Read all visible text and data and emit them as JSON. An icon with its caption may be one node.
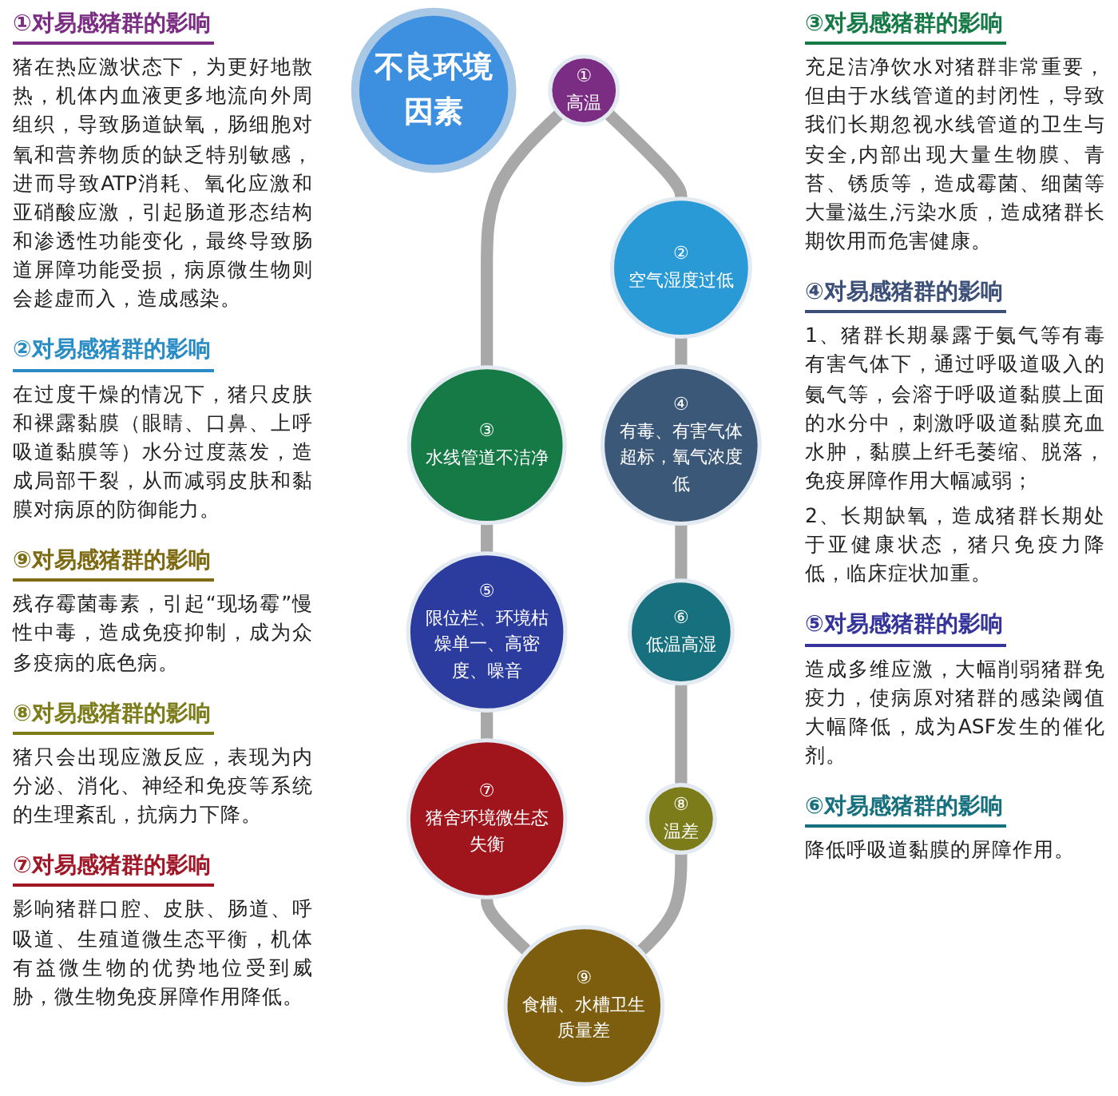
{
  "diagram": {
    "nodes": [
      {
        "text": [
          "不良环境因素"
        ]
      },
      {
        "text": [
          "①",
          "高温"
        ]
      },
      {
        "text": [
          "②",
          "空气湿度过低"
        ]
      },
      {
        "text": [
          "③",
          "水线管道不洁净"
        ]
      },
      {
        "text": [
          "④",
          "有毒、有害气体超标，氧气浓度低"
        ]
      },
      {
        "text": [
          "⑤",
          "限位栏、环境枯燥单一、高密度、噪音"
        ]
      },
      {
        "text": [
          "⑥",
          "低温高湿"
        ]
      },
      {
        "text": [
          "⑦",
          "猪舍环境微生态失衡"
        ]
      },
      {
        "text": [
          "⑧",
          "温差"
        ]
      },
      {
        "text": [
          "⑨",
          "食槽、水槽卫生质量差"
        ]
      }
    ],
    "edges": [
      {
        "from": 1,
        "to": 3,
        "arrow": "none"
      },
      {
        "from": 3,
        "to": 5,
        "arrow": "none"
      },
      {
        "from": 5,
        "to": 7,
        "arrow": "none"
      },
      {
        "from": 7,
        "to": 9,
        "arrow": "none"
      },
      {
        "from": 8,
        "to": 9,
        "arrow": "none"
      },
      {
        "from": 6,
        "to": 8,
        "arrow": "none"
      },
      {
        "from": 4,
        "to": 6,
        "arrow": "none"
      },
      {
        "from": 2,
        "to": 4,
        "arrow": "none"
      },
      {
        "from": 1,
        "to": 2,
        "arrow": "none"
      }
    ],
    "labels": [
      "①对易感猪群的影响",
      "猪在热应激状态下，为更好地散热，机体内血液更多地流向外周组织，导致肠道缺氧，肠细胞对氧和营养物质的缺乏特别敏感，进而导致ATP消耗、氧化应激和亚硝酸应激，引起肠道形态结构和渗透性功能变化，最终导致肠道屏障功能受损，病原微生物则会趁虚而入，造成感染。",
      "②对易感猪群的影响",
      "在过度干燥的情况下，猪只皮肤和裸露黏膜（眼睛、口鼻、上呼吸道黏膜等）水分过度蒸发，造成局部干裂，从而减弱皮肤和黏膜对病原的防御能力。",
      "③对易感猪群的影响",
      "充足洁净饮水对猪群非常重要，但由于水线管道的封闭性，导致我们长期忽视水线管道的卫生与安全,内部出现大量生物膜、青苔、锈质等，造成霉菌、细菌等大量滋生,污染水质，造成猪群长期饮用而危害健康。",
      "④对易感猪群的影响",
      "1、猪群长期暴露于氨气等有毒有害气体下，通过呼吸道吸入的氨气等，会溶于呼吸道黏膜上面的水分中，刺激呼吸道黏膜充血水肿，黏膜上纤毛萎缩、脱落，免疫屏障作用大幅减弱；",
      "2、长期缺氧，造成猪群长期处于亚健康状态，猪只免疫力降低，临床症状加重。",
      "⑨对易感猪群的影响",
      "残存霉菌毒素，引起“现场霉”慢性中毒，造成免疫抑制，成为众多疫病的底色病。",
      "⑤对易感猪群的影响",
      "造成多维应激，大幅削弱猪群免疫力，使病原对猪群的感染阈值大幅降低，成为ASF发生的催化剂。",
      "⑧对易感猪群的影响",
      "猪只会出现应激反应，表现为内分泌、消化、神经和免疫等系统的生理紊乱，抗病力下降。",
      "⑦对易感猪群的影响",
      "影响猪群口腔、皮肤、肠道、呼吸道、生殖道微生态平衡，机体有益微生物的优势地位受到威胁，微生物免疫屏障作用降低。",
      "⑥对易感猪群的影响",
      "降低呼吸道黏膜的屏障作用。"
    ]
  }
}
